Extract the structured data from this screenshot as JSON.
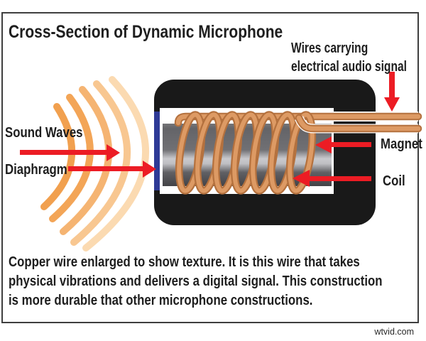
{
  "title": "Cross-Section of Dynamic Microphone",
  "callouts": {
    "wires_line1": "Wires carrying",
    "wires_line2": "electrical audio signal",
    "sound_waves": "Sound Waves",
    "diaphragm": "Diaphragm",
    "magnet": "Magnet",
    "coil": "Coil"
  },
  "caption": {
    "line1": "Copper wire enlarged to show texture. It is this wire that takes",
    "line2": "physical vibrations and delivers a digital signal. This construction",
    "line3": "is more durable that other microphone constructions."
  },
  "watermark": "wtvid.com",
  "colors": {
    "frame_border": "#3f3f3f",
    "mic_body_black": "#191919",
    "magnet_gray_dark": "#59595d",
    "magnet_gray_light": "#c9c9cd",
    "diaphragm_blue": "#2e3a96",
    "copper_wire": "#dd9a64",
    "copper_outline": "#b4713e",
    "arrow_red": "#ec1c24",
    "sound_wave_inner": "#f1a04f",
    "sound_wave_outer": "#fbdab1",
    "text": "#1e1e1e"
  }
}
